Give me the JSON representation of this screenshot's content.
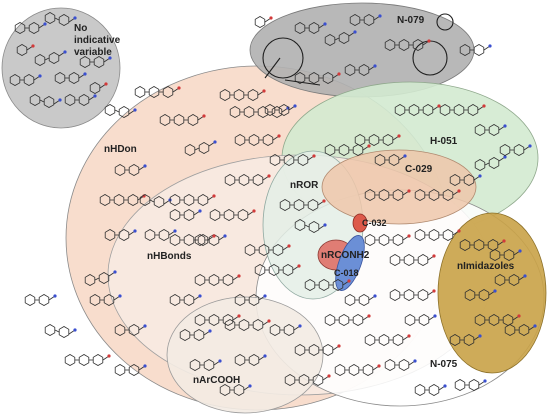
{
  "figure": {
    "regions": [
      {
        "id": "no_indicative",
        "label": "No indicative variable",
        "lines": [
          "No",
          "indicative",
          "variable"
        ],
        "color": "#c9c9c9"
      },
      {
        "id": "n079",
        "label": "N-079",
        "color": "#b0b0b0"
      },
      {
        "id": "nhdon",
        "label": "nHDon",
        "color": "#f6d2bc"
      },
      {
        "id": "h051",
        "label": "H-051",
        "color": "#d3ead0"
      },
      {
        "id": "c029",
        "label": "C-029",
        "color": "#efc7aa"
      },
      {
        "id": "nror",
        "label": "nROR",
        "color": "#e4eee6"
      },
      {
        "id": "c032",
        "label": "C-032",
        "color": "#dd5a4a"
      },
      {
        "id": "nrconh2",
        "label": "nRCONH2",
        "color": "#e07d74"
      },
      {
        "id": "c018",
        "label": "C-018",
        "color": "#6b8fd6"
      },
      {
        "id": "nhbonds",
        "label": "nHBonds",
        "color": "#f8ebe3"
      },
      {
        "id": "nimidazoles",
        "label": "nImidazoles",
        "color": "#c9a247"
      },
      {
        "id": "narcooh",
        "label": "nArCOOH",
        "color": "#f3ebe3"
      },
      {
        "id": "n075",
        "label": "N-075",
        "color": "#ffffff"
      }
    ]
  }
}
